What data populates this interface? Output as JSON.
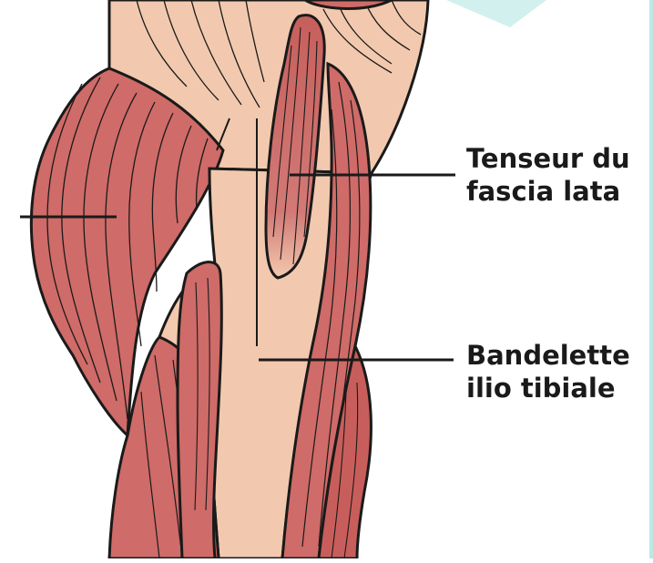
{
  "labels": [
    {
      "line1": "Tenseur du",
      "line2": "fascia lata"
    },
    {
      "line1": "Bandelette",
      "line2": "ilio tibiale"
    }
  ],
  "colors": {
    "muscle_red": "#cf6b68",
    "muscle_dark": "#a9403d",
    "skin_tan": "#f2c9ae",
    "outline": "#1a1a1a",
    "accent_teal": "#8fd8d2"
  }
}
